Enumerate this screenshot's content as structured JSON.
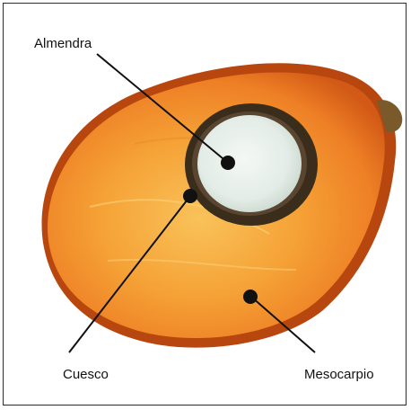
{
  "labels": {
    "almendra": "Almendra",
    "cuesco": "Cuesco",
    "mesocarpio": "Mesocarpio"
  },
  "colors": {
    "mesocarp_light": "#f7b23a",
    "mesocarp_mid": "#f0862a",
    "mesocarp_dark": "#c24d12",
    "shell": "#3b2d1c",
    "kernel": "#e8efe9",
    "pointer": "#111111"
  }
}
